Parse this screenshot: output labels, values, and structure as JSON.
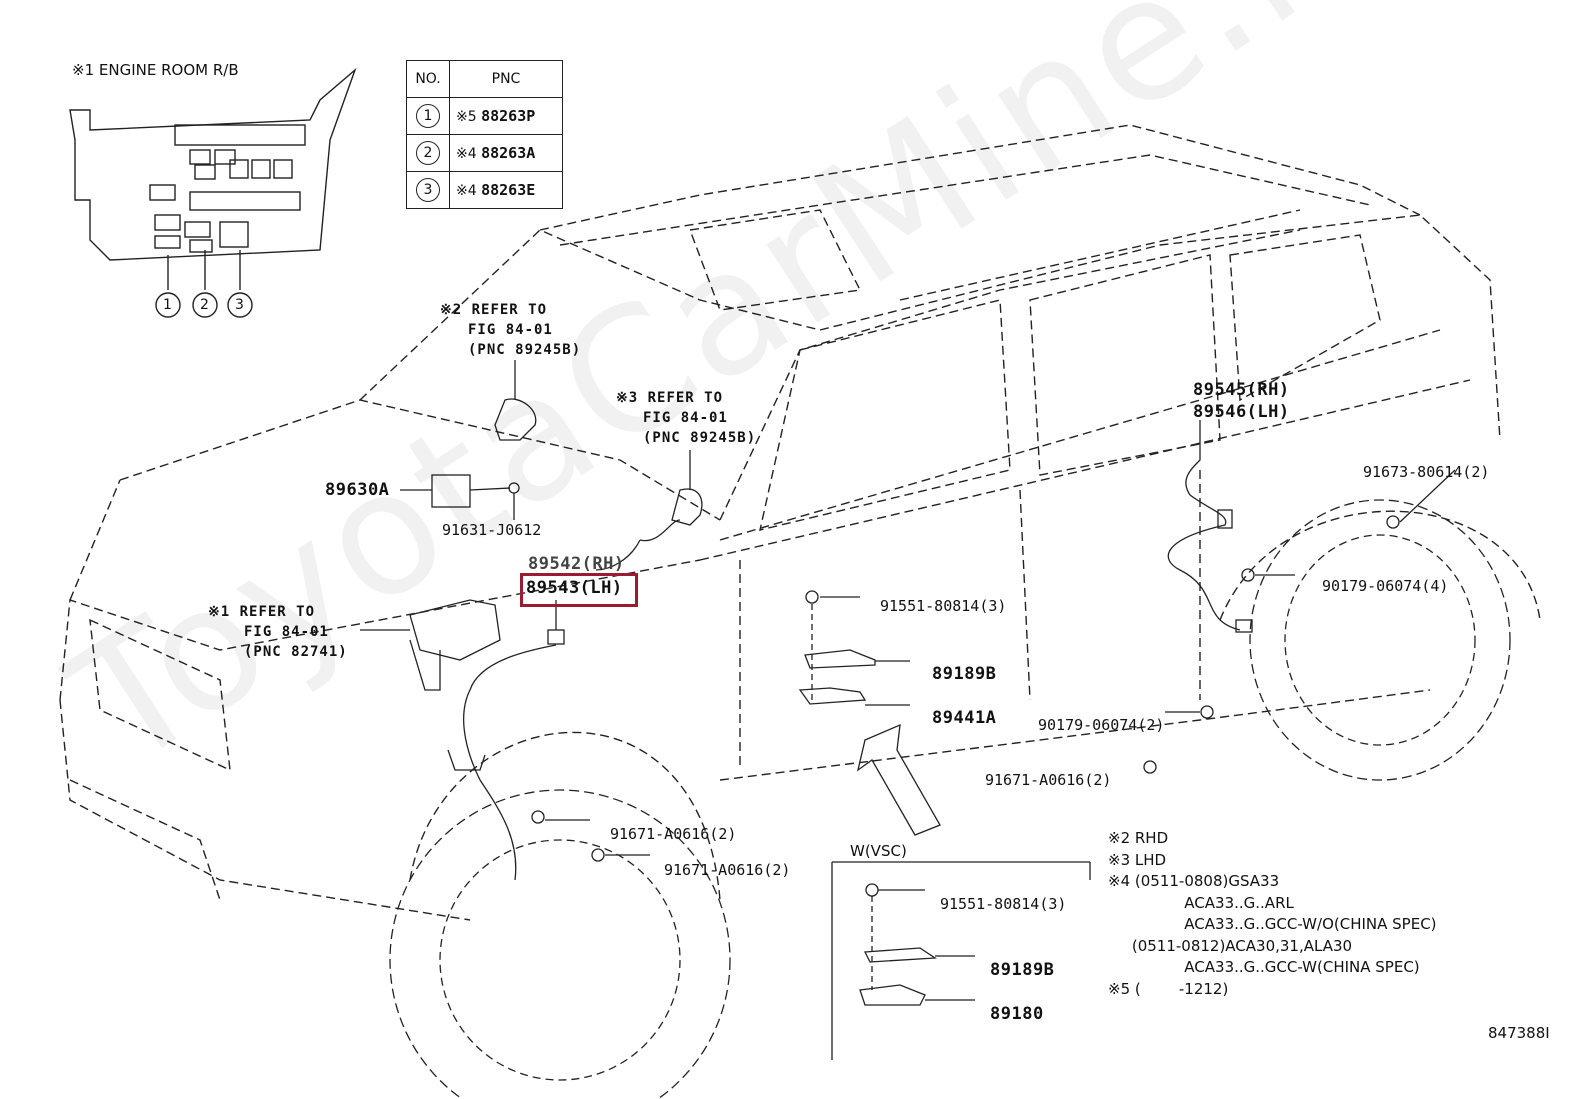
{
  "watermark": "ToyotaCarMine.ru",
  "engine_room": {
    "title": "※1 ENGINE ROOM R/B",
    "callouts": [
      "1",
      "2",
      "3"
    ]
  },
  "pnc_table": {
    "headers": [
      "NO.",
      "PNC"
    ],
    "rows": [
      {
        "no": "1",
        "note": "※5",
        "pnc": "88263P"
      },
      {
        "no": "2",
        "note": "※4",
        "pnc": "88263A"
      },
      {
        "no": "3",
        "note": "※4",
        "pnc": "88263E"
      }
    ]
  },
  "refs": {
    "ref2": [
      "※2 REFER TO",
      "FIG 84-01",
      "(PNC 89245B)"
    ],
    "ref3": [
      "※3 REFER TO",
      "FIG 84-01",
      "(PNC 89245B)"
    ],
    "ref1": [
      "※1 REFER TO",
      "FIG 84-01",
      "(PNC 82741)"
    ]
  },
  "parts": {
    "p89630A": "89630A",
    "p91631": "91631-J0612",
    "p89542": "89542(RH)",
    "p89543": "89543(LH)",
    "p89545": "89545(RH)",
    "p89546": "89546(LH)",
    "p91673": "91673-80614(2)",
    "p90179a": "90179-06074(4)",
    "p91551a": "91551-80814(3)",
    "p89189Ba": "89189B",
    "p89441A": "89441A",
    "p90179b": "90179-06074(2)",
    "p91671a": "91671-A0616(2)",
    "p91671b": "91671-A0616(2)",
    "p91671c": "91671-A0616(2)"
  },
  "vsc": {
    "title": "W(VSC)",
    "p91551": "91551-80814(3)",
    "p89189B": "89189B",
    "p89180": "89180"
  },
  "notes": [
    "※2 RHD",
    "※3 LHD",
    "※4 (0511-0808)GSA33",
    "                ACA33..G..ARL",
    "                ACA33..G..GCC-W/O(CHINA SPEC)",
    "     (0511-0812)ACA30,31,ALA30",
    "                ACA33..G..GCC-W(CHINA SPEC)",
    "※5 (        -1212)"
  ],
  "figure_id": "847388I",
  "highlight_color": "#9b1b30"
}
